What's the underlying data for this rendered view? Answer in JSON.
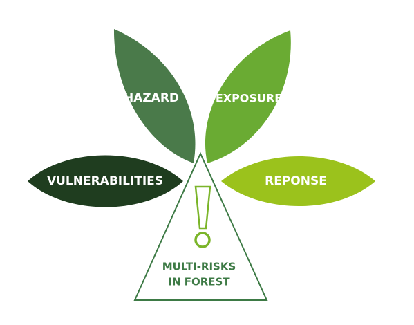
{
  "leaves": {
    "hazard": {
      "label": "HAZARD",
      "color": "#4a7a4a"
    },
    "exposure": {
      "label": "EXPOSURE",
      "color": "#6aab33"
    },
    "vulnerabilities": {
      "label": "VULNERABILITIES",
      "color": "#1f3d1f"
    },
    "response": {
      "label": "REPONSE",
      "color": "#9bc21c"
    }
  },
  "center": {
    "line1": "MULTI-RISKS",
    "line2": "IN FOREST",
    "icon": "exclamation-mark-icon",
    "color": "#7bb52a",
    "outline_color": "#3d7a45"
  }
}
